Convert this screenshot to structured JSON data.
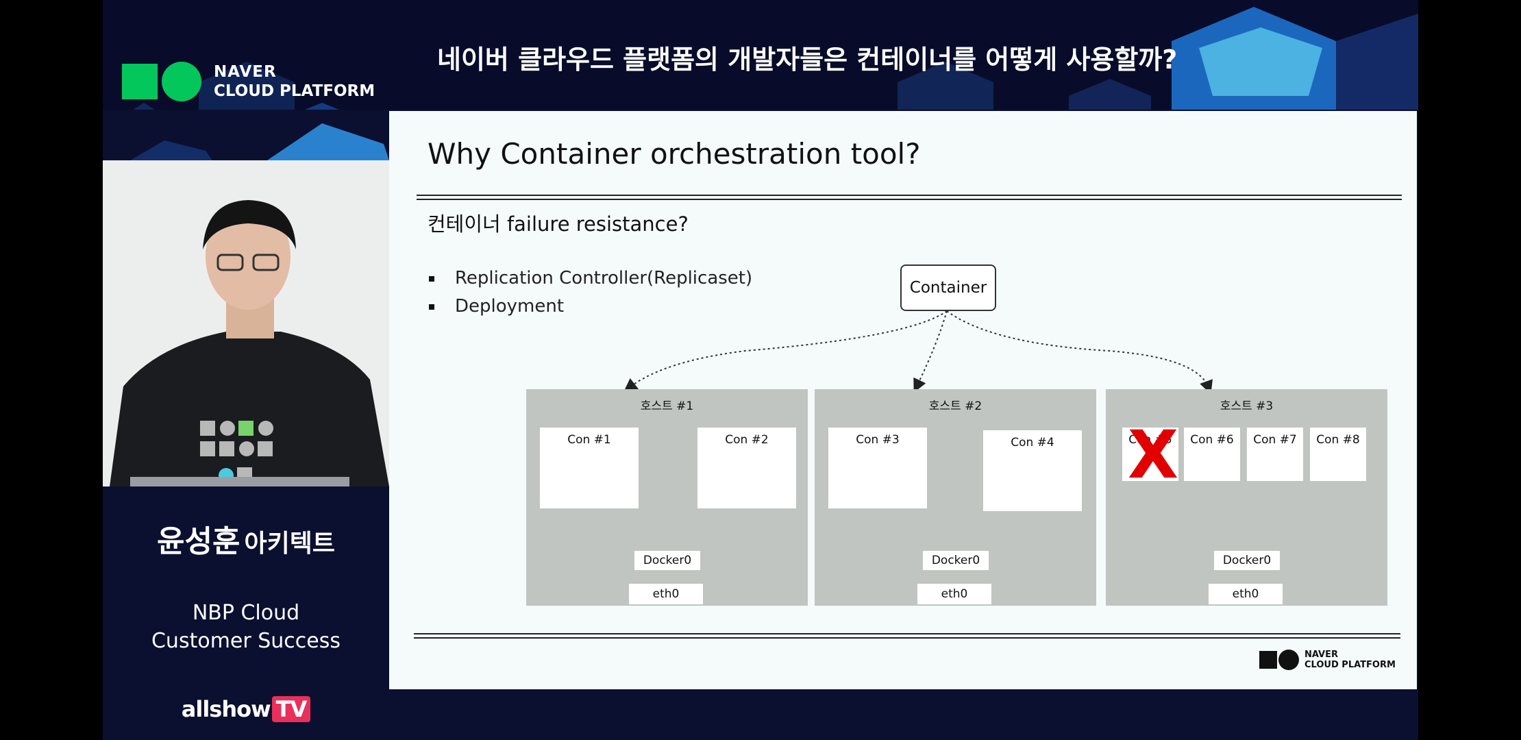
{
  "banner": {
    "title": "네이버 클라우드 플랫폼의 개발자들은 컨테이너를 어떻게 사용할까?",
    "logo_line1": "NAVER",
    "logo_line2": "CLOUD PLATFORM"
  },
  "speaker": {
    "name": "윤성훈",
    "role": "아키텍트",
    "org_line1": "NBP Cloud",
    "org_line2": "Customer Success"
  },
  "broadcaster": {
    "name": "allshow",
    "tv": "TV"
  },
  "slide": {
    "title": "Why Container orchestration tool?",
    "subheading": "컨테이너 failure resistance?",
    "bullets": [
      "Replication Controller(Replicaset)",
      "Deployment"
    ],
    "container_label": "Container",
    "hosts": [
      {
        "label": "호스트 #1",
        "containers": [
          "Con #1",
          "Con #2"
        ],
        "bridge": "Docker0",
        "nic": "eth0"
      },
      {
        "label": "호스트 #2",
        "containers": [
          "Con #3",
          "Con #4"
        ],
        "bridge": "Docker0",
        "nic": "eth0"
      },
      {
        "label": "호스트 #3",
        "containers": [
          "Con #5",
          "Con #6",
          "Con #7",
          "Con #8"
        ],
        "bridge": "Docker0",
        "nic": "eth0"
      }
    ],
    "failed_mark": "X",
    "logo_line1": "NAVER",
    "logo_line2": "CLOUD PLATFORM"
  },
  "colors": {
    "brand_green": "#03c75a",
    "banner_bg": "#080c2a",
    "failure_red": "#e00000",
    "host_gray": "#c1c5c1"
  }
}
